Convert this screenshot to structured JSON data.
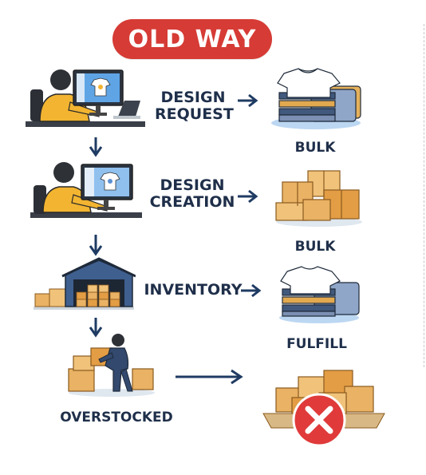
{
  "title": "OLD WAY",
  "steps": [
    {
      "label_line1": "DESIGN",
      "label_line2": "REQUEST",
      "result": "BULK"
    },
    {
      "label_line1": "DESIGN",
      "label_line2": "CREATION",
      "result": "BULK"
    },
    {
      "label_line1": "INVENTORY",
      "result": "FULFILL"
    },
    {
      "label_line1": "OVERSTOCKED"
    }
  ],
  "colors": {
    "title_bg": "#d63b35",
    "text": "#1f2f4a",
    "arrow": "#1f3b63",
    "worker_shirt": "#f2b431",
    "box": "#e9b264",
    "cross": "#e03a3a"
  },
  "icons": [
    "designer-at-computer-icon",
    "tshirt-stack-icon",
    "warehouse-icon",
    "cardboard-boxes-icon",
    "worker-carrying-boxes-icon",
    "rejected-boxes-cross-icon",
    "arrow-right-icon",
    "arrow-down-icon"
  ]
}
